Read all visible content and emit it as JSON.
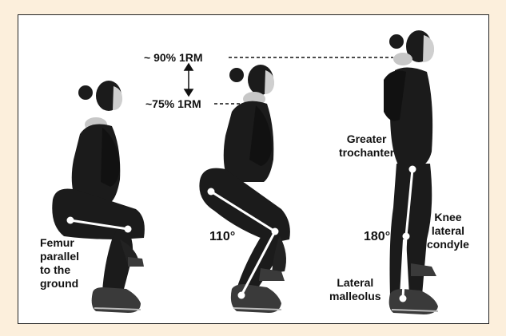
{
  "labels": {
    "rm90": "~ 90% 1RM",
    "rm75": "~75% 1RM",
    "femur": "Femur\nparallel\nto the\nground",
    "angle110": "110°",
    "angle180": "180°",
    "trochanter": "Greater\ntrochanter",
    "knee": "Knee\nlateral\ncondyle",
    "malleolus": "Lateral\nmalleolus"
  },
  "colors": {
    "background": "#fcefdc",
    "figure": "#1b1b1b",
    "skin": "#c7c7c7",
    "shoe": "#3a3a3a",
    "marker": "#ffffff"
  }
}
